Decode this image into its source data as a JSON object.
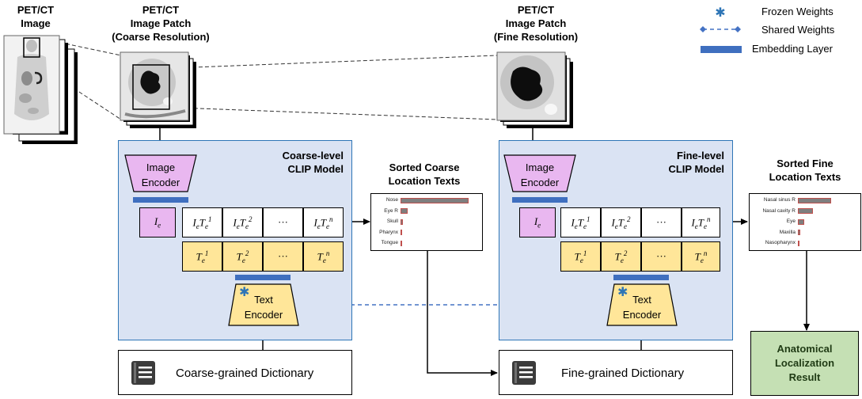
{
  "labels": {
    "petct_image": [
      "PET/CT",
      "Image"
    ],
    "coarse_patch": [
      "PET/CT",
      "Image Patch",
      "(Coarse Resolution)"
    ],
    "fine_patch": [
      "PET/CT",
      "Image Patch",
      "(Fine Resolution)"
    ],
    "sorted_coarse": [
      "Sorted Coarse",
      "Location Texts"
    ],
    "sorted_fine": [
      "Sorted Fine",
      "Location Texts"
    ]
  },
  "coarse_clip": {
    "title": [
      "Coarse-level",
      "CLIP Model"
    ],
    "image_encoder": [
      "Image",
      "Encoder"
    ],
    "text_encoder": [
      "Text",
      "Encoder"
    ]
  },
  "fine_clip": {
    "title": [
      "Fine-level",
      "CLIP Model"
    ],
    "image_encoder": [
      "Image",
      "Encoder"
    ],
    "text_encoder": [
      "Text",
      "Encoder"
    ]
  },
  "matrix": {
    "image_embed": "I_e",
    "dot_ellipsis": "···",
    "text_ellipsis": "···",
    "dot_cells": [
      "I_eT_e^1",
      "I_eT_e^2",
      "I_eT_e^n"
    ],
    "text_cells": [
      "T_e^1",
      "T_e^2",
      "T_e^n"
    ]
  },
  "coarse_dictionary": "Coarse-grained Dictionary",
  "fine_dictionary": "Fine-grained Dictionary",
  "result": [
    "Anatomical",
    "Localization",
    "Result"
  ],
  "legend": {
    "frozen": "Frozen Weights",
    "shared": "Shared Weights",
    "embedding": "Embedding Layer",
    "frozen_symbol": "✱"
  },
  "chart_data": [
    {
      "type": "bar",
      "orientation": "horizontal",
      "categories": [
        "Nose",
        "Eye R",
        "Skull",
        "Pharynx",
        "Tongue"
      ],
      "values": [
        1.0,
        0.1,
        0.03,
        0.015,
        0.005
      ],
      "xlim": [
        0,
        1
      ]
    },
    {
      "type": "bar",
      "orientation": "horizontal",
      "categories": [
        "Nasal sinus R",
        "Nasal cavity R",
        "Eye",
        "Maxilla",
        "Nasopharynx"
      ],
      "values": [
        1.0,
        0.45,
        0.2,
        0.07,
        0.04
      ],
      "xlim": [
        0,
        1
      ]
    }
  ],
  "colors": {
    "clip_bg": "#dae3f3",
    "clip_border": "#2e75b6",
    "encoder_image": "#e9b7f0",
    "encoder_text": "#ffe699",
    "embedding": "#3f6fbf",
    "result_bg": "#c5e0b4"
  },
  "icons": {
    "dictionary": "book-icon",
    "frozen": "asterisk-icon"
  }
}
